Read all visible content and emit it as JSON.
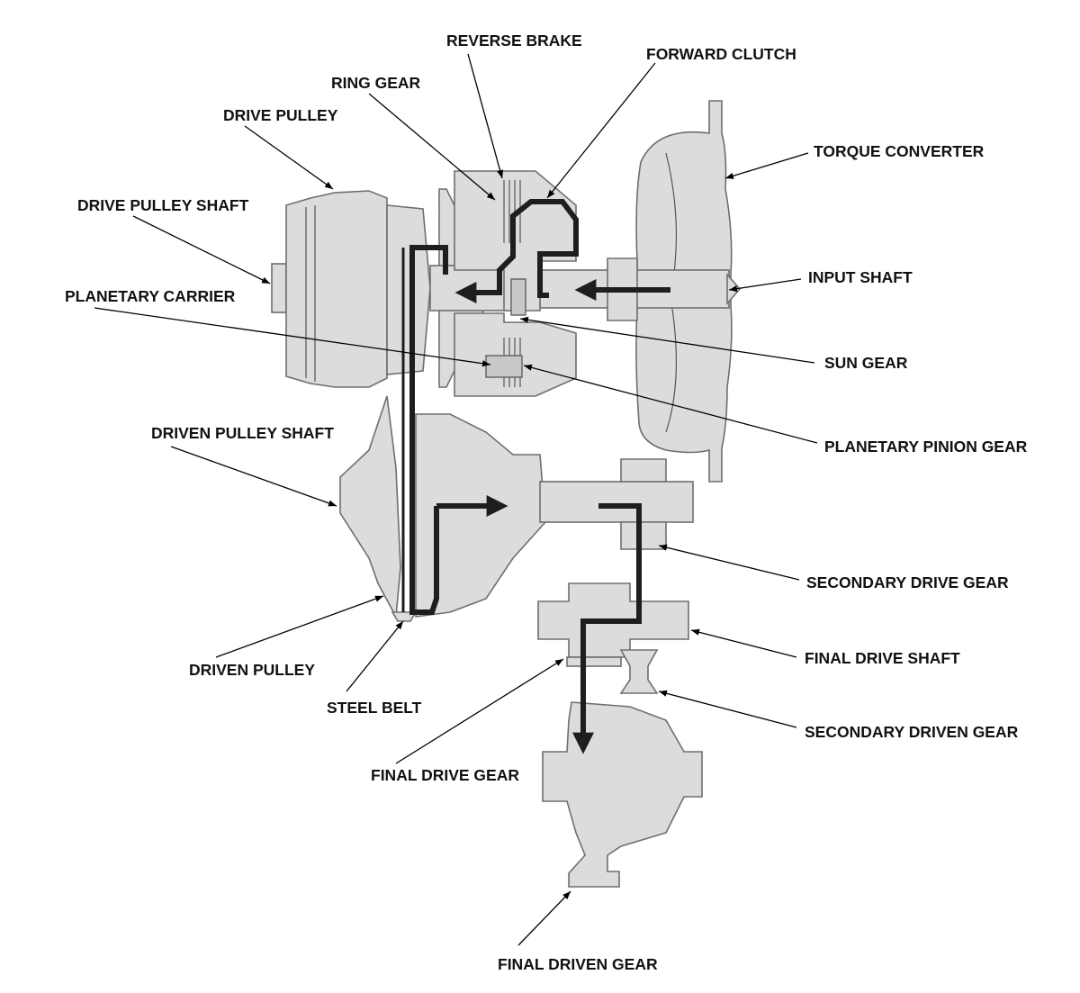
{
  "diagram": {
    "labels": {
      "reverse_brake": "REVERSE BRAKE",
      "forward_clutch": "FORWARD CLUTCH",
      "ring_gear": "RING GEAR",
      "drive_pulley": "DRIVE PULLEY",
      "torque_converter": "TORQUE CONVERTER",
      "drive_pulley_shaft": "DRIVE PULLEY SHAFT",
      "input_shaft": "INPUT SHAFT",
      "planetary_carrier": "PLANETARY CARRIER",
      "sun_gear": "SUN GEAR",
      "planetary_pinion_gear": "PLANETARY PINION GEAR",
      "driven_pulley_shaft": "DRIVEN PULLEY SHAFT",
      "secondary_drive_gear": "SECONDARY DRIVE GEAR",
      "final_drive_shaft": "FINAL DRIVE SHAFT",
      "driven_pulley": "DRIVEN PULLEY",
      "secondary_driven_gear": "SECONDARY DRIVEN GEAR",
      "steel_belt": "STEEL BELT",
      "final_drive_gear": "FINAL DRIVE GEAR",
      "final_driven_gear": "FINAL DRIVEN GEAR"
    },
    "colors": {
      "part_fill": "#dcdcdc",
      "part_outline": "#6e6e6e",
      "power_flow": "#1e1e1e",
      "text": "#111111"
    }
  }
}
